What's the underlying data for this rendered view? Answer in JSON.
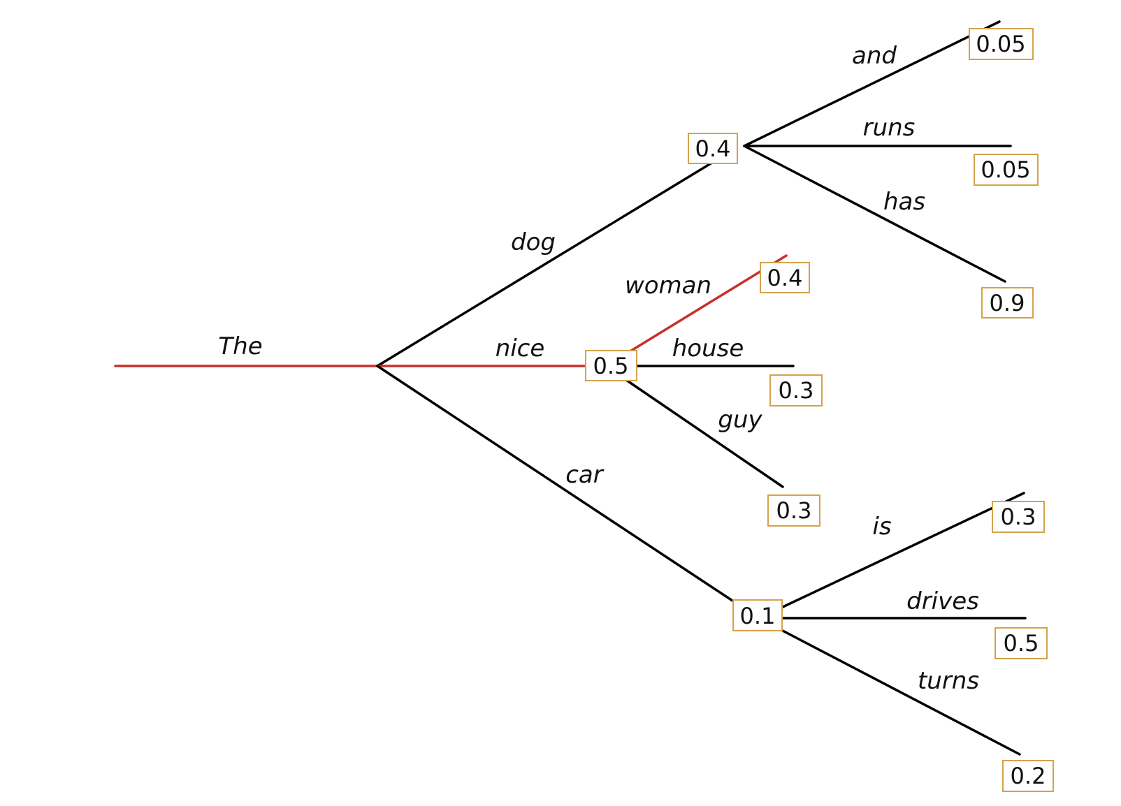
{
  "colors": {
    "edge": "#000000",
    "highlight": "#c8302a",
    "box_border": "#d4a24c",
    "text": "#111111"
  },
  "tree": {
    "root_word": "The",
    "level1": [
      {
        "id": "dog",
        "word": "dog",
        "prob": "0.4",
        "highlighted": false
      },
      {
        "id": "nice",
        "word": "nice",
        "prob": "0.5",
        "highlighted": true
      },
      {
        "id": "car",
        "word": "car",
        "prob": "0.1",
        "highlighted": false
      }
    ],
    "level2": [
      {
        "parent": "dog",
        "word": "and",
        "prob": "0.05",
        "highlighted": false
      },
      {
        "parent": "dog",
        "word": "runs",
        "prob": "0.05",
        "highlighted": false
      },
      {
        "parent": "dog",
        "word": "has",
        "prob": "0.9",
        "highlighted": false
      },
      {
        "parent": "nice",
        "word": "woman",
        "prob": "0.4",
        "highlighted": true
      },
      {
        "parent": "nice",
        "word": "house",
        "prob": "0.3",
        "highlighted": false
      },
      {
        "parent": "nice",
        "word": "guy",
        "prob": "0.3",
        "highlighted": false
      },
      {
        "parent": "car",
        "word": "is",
        "prob": "0.3",
        "highlighted": false
      },
      {
        "parent": "car",
        "word": "drives",
        "prob": "0.5",
        "highlighted": false
      },
      {
        "parent": "car",
        "word": "turns",
        "prob": "0.2",
        "highlighted": false
      }
    ]
  }
}
